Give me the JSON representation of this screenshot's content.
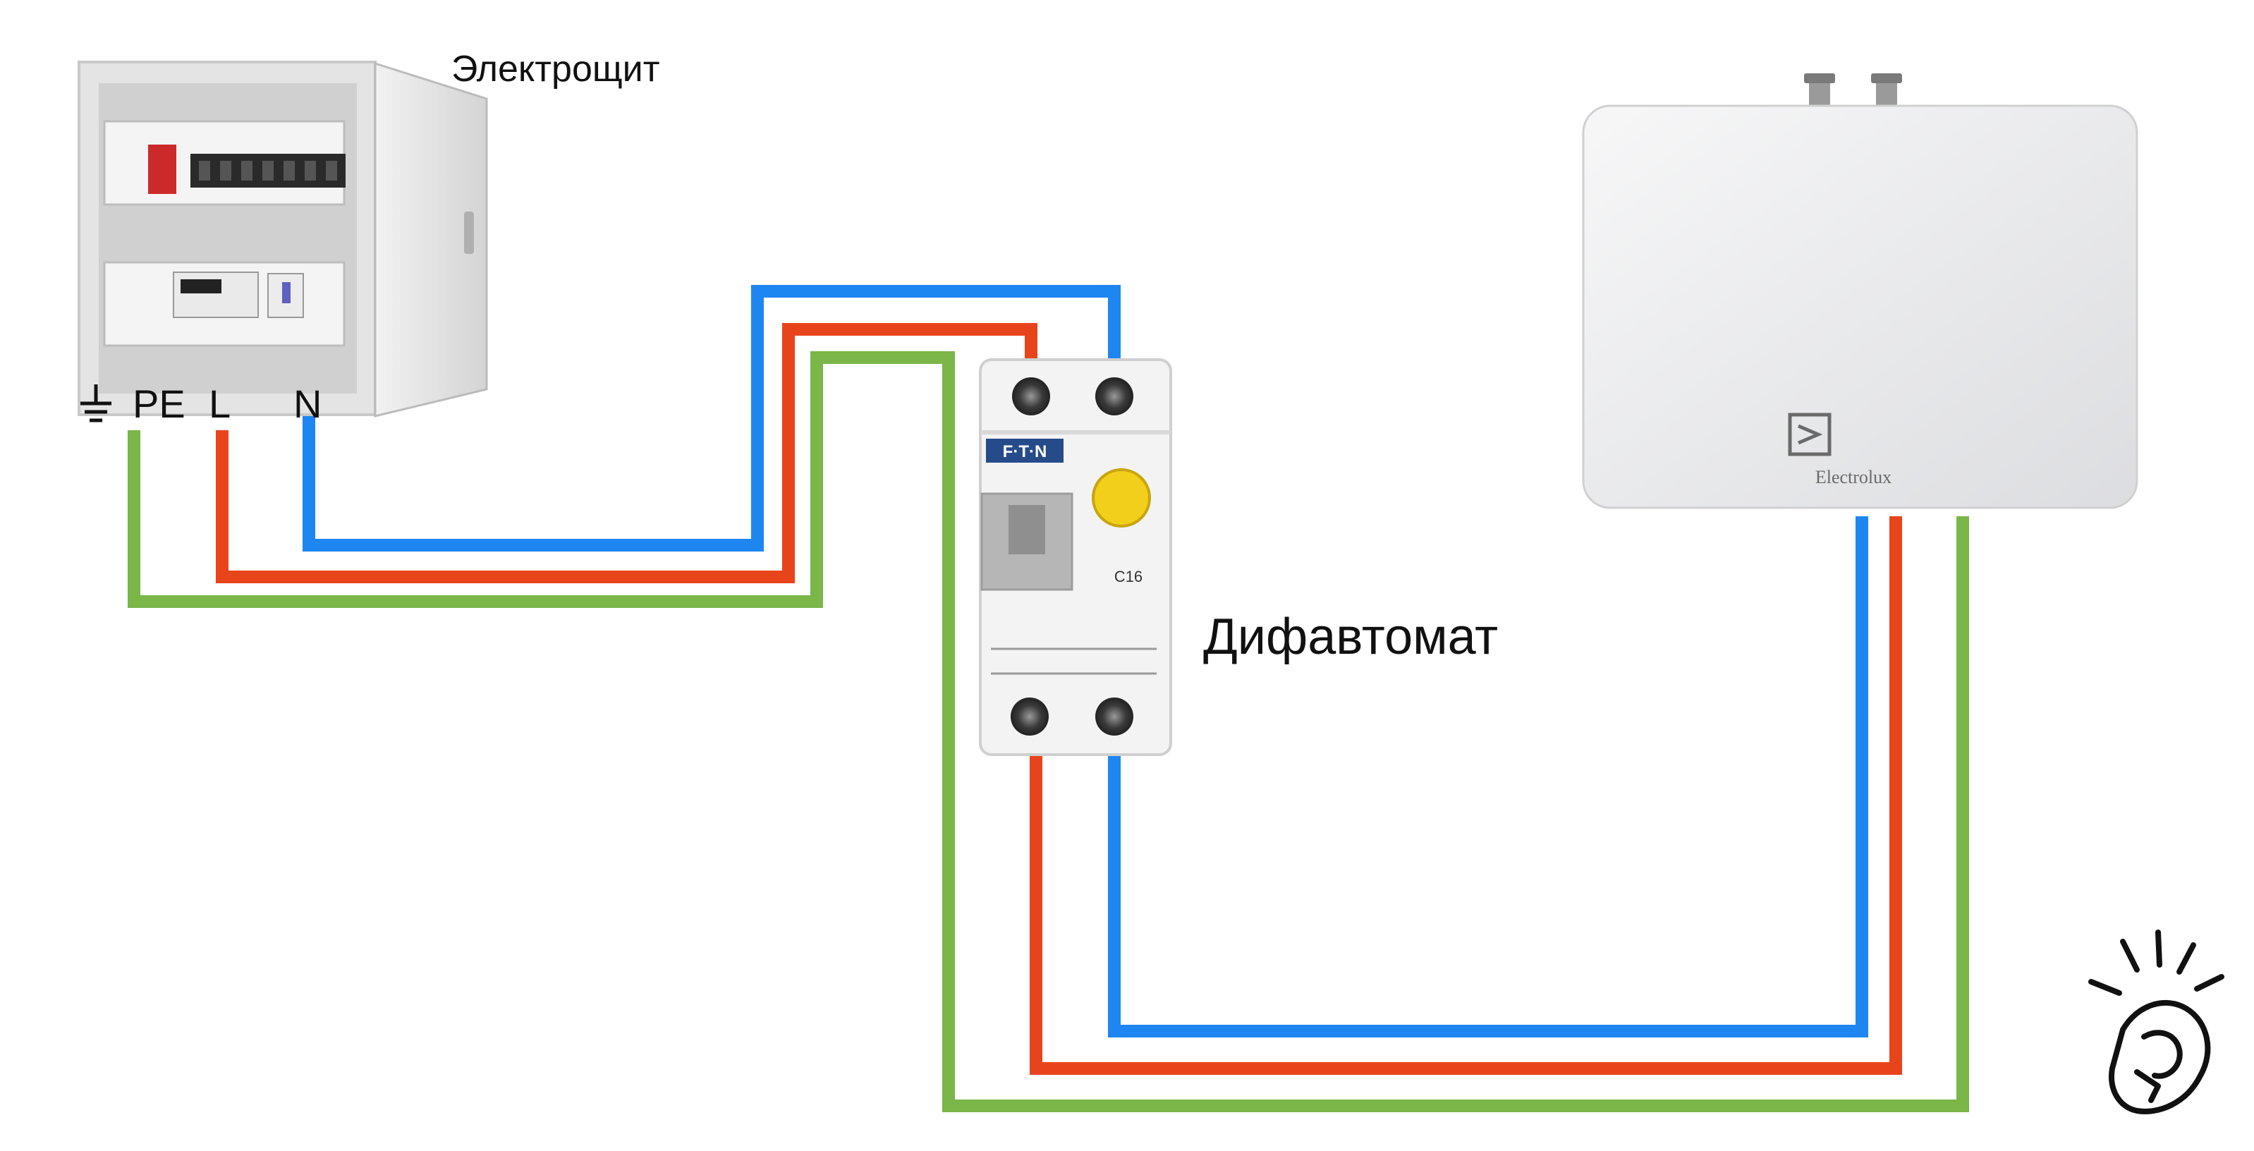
{
  "labels": {
    "panel": "Электрощит",
    "pe": "PE",
    "l": "L",
    "n": "N",
    "rcbo": "Дифавтомат"
  },
  "rcbo": {
    "brand": "F·T·N",
    "rating": "C16"
  },
  "heater": {
    "brand": "Electrolux"
  },
  "colors": {
    "phase": "#e8441c",
    "neutral": "#1e86f0",
    "earth": "#7ab648",
    "text": "#111111",
    "test_button": "#f2cf1a"
  },
  "icons": [
    "ground-symbol-icon",
    "fingers-snap-icon"
  ]
}
